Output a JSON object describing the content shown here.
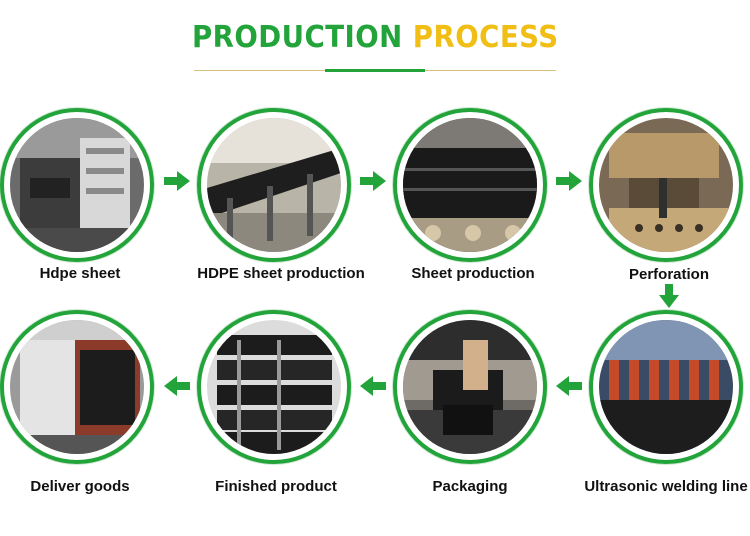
{
  "title": {
    "word1": "PRODUCTION",
    "word2": "PROCESS"
  },
  "colors": {
    "green": "#22a43a",
    "yellow": "#f0be14"
  },
  "steps": [
    {
      "label": "Hdpe sheet"
    },
    {
      "label": "HDPE sheet production"
    },
    {
      "label": "Sheet production"
    },
    {
      "label": "Perforation"
    },
    {
      "label": "Ultrasonic welding line"
    },
    {
      "label": "Packaging"
    },
    {
      "label": "Finished product"
    },
    {
      "label": "Deliver goods"
    }
  ]
}
